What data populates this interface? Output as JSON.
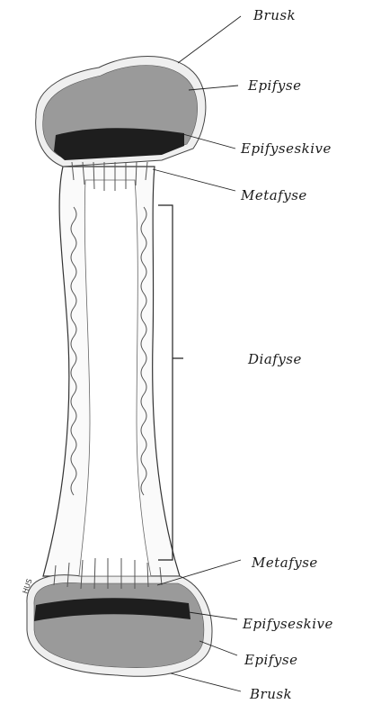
{
  "labels": {
    "brusk_top": "Brusk",
    "epifyse_top": "Epifyse",
    "epifyseskive_top": "Epifyseskive",
    "metafyse_top": "Metafyse",
    "diafyse": "Diafyse",
    "metafyse_bottom": "Metafyse",
    "epifyseskive_bottom": "Epifyseskive",
    "epifyse_bottom": "Epifyse",
    "brusk_bottom": "Brusk"
  },
  "signature": "HUS"
}
